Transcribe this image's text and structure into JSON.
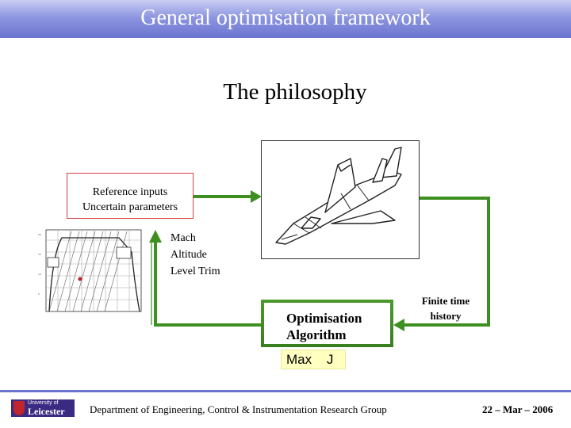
{
  "header": {
    "title": "General optimisation framework"
  },
  "slide": {
    "subtitle": "The philosophy",
    "reference_box": {
      "line1": "Reference inputs",
      "line2": "Uncertain parameters"
    },
    "flight_conditions": [
      "Mach",
      "Altitude",
      "Level Trim"
    ],
    "optimisation_box": {
      "line1": "Optimisation",
      "line2": "Algorithm"
    },
    "finite_label": {
      "line1": "Finite time",
      "line2": "history"
    },
    "objective": "Max J",
    "icons": [
      "aircraft-drawing-icon",
      "flight-envelope-chart-icon"
    ],
    "colors": {
      "arrow": "#3e8f22",
      "title_bar": "#7a84d8",
      "reference_border": "#d04040",
      "objective_bg": "#ffffc0"
    }
  },
  "footer": {
    "logo_text": {
      "line1": "University of",
      "line2": "Leicester"
    },
    "department": "Department of Engineering, Control & Instrumentation Research Group",
    "date": "22 – Mar – 2006"
  }
}
